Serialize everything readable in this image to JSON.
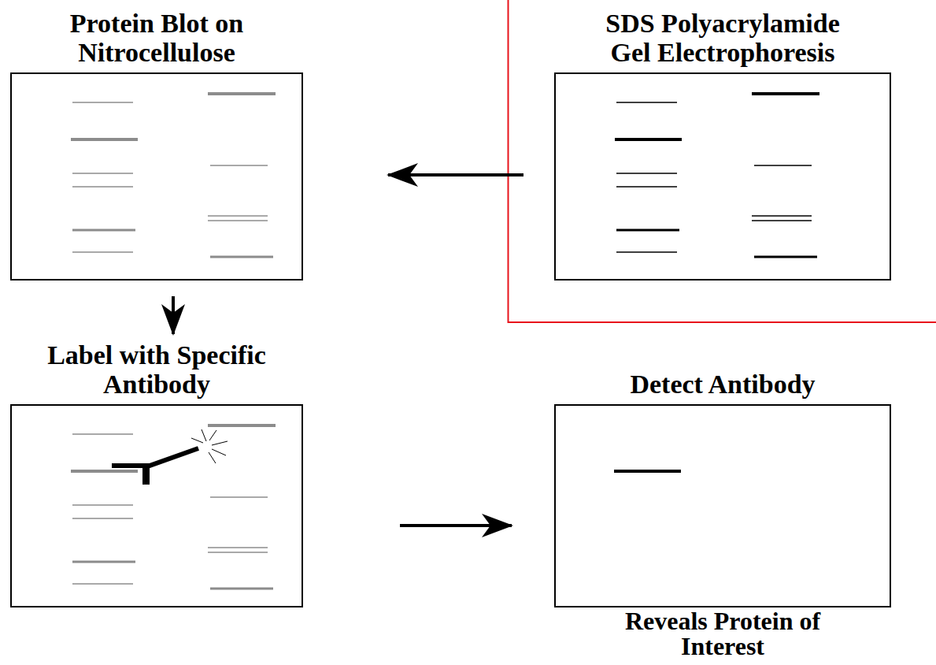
{
  "diagram": {
    "nodes": [
      {
        "text": [
          "Protein Blot on Nitrocellulose"
        ]
      },
      {
        "text": [
          "SDS Polyacrylamide Gel Electrophoresis"
        ]
      },
      {
        "text": [
          "Label with Specific Antibody"
        ]
      },
      {
        "text": [
          "Detect Antibody",
          "Reveals Protein of Interest"
        ]
      }
    ],
    "edges": [
      {
        "from": 1,
        "to": 0,
        "arrow": "to"
      },
      {
        "from": 0,
        "to": 2,
        "arrow": "to"
      },
      {
        "from": 2,
        "to": 3,
        "arrow": "to"
      }
    ]
  }
}
